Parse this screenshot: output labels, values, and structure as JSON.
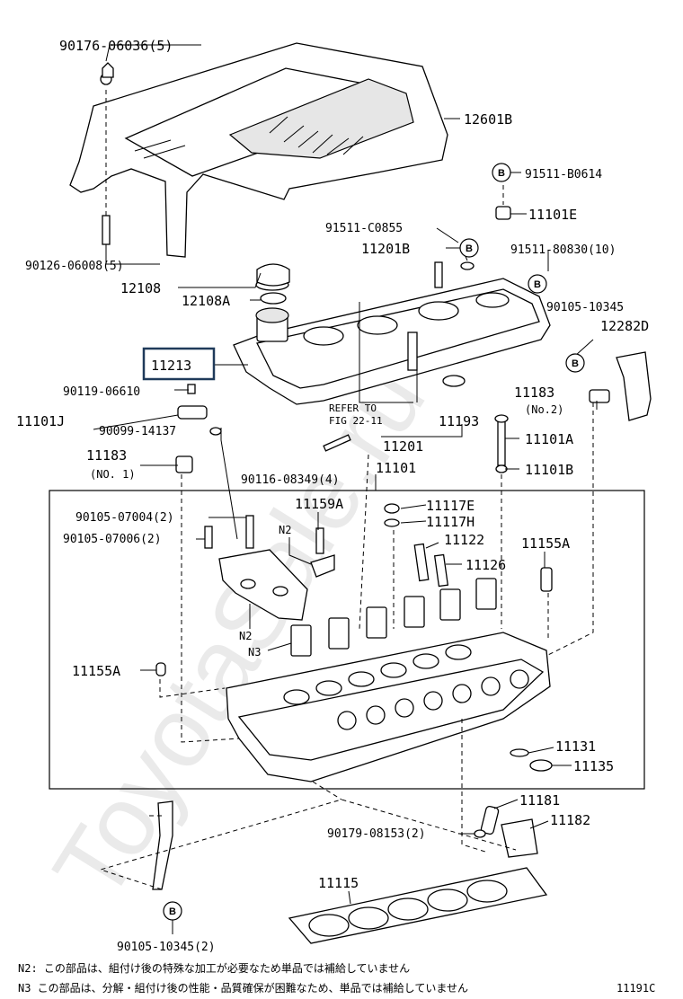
{
  "watermark": "ToyotaSale.ru",
  "labels": {
    "p90176": "90176-06036(5)",
    "p12601B": "12601B",
    "p91511B0614": "91511-B0614",
    "p11101E": "11101E",
    "p91511C0855": "91511-C0855",
    "p11201B": "11201B",
    "p9151180830": "91511-80830(10)",
    "p90126": "90126-06008(5)",
    "p12108": "12108",
    "p12108A": "12108A",
    "p9010510345a": "90105-10345",
    "p12282D": "12282D",
    "p11213": "11213",
    "p90119": "90119-06610",
    "refer1": "REFER TO",
    "refer2": "FIG 22-11",
    "p11183b": "11183",
    "p11183bnote": "(No.2)",
    "p11101J": "11101J",
    "p90099": "90099-14137",
    "p11193": "11193",
    "p11201": "11201",
    "p11101A": "11101A",
    "p11183a": "11183",
    "p11183anote": "(NO. 1)",
    "p90116": "90116-08349(4)",
    "p11101": "11101",
    "p11101B": "11101B",
    "p11159A": "11159A",
    "p11117E": "11117E",
    "p11117H": "11117H",
    "p9010507004": "90105-07004(2)",
    "p9010507006": "90105-07006(2)",
    "n2a": "N2",
    "p11122": "11122",
    "p11155Ab": "11155A",
    "p11126": "11126",
    "n2b": "N2",
    "n3": "N3",
    "p11155Aa": "11155A",
    "p11131": "11131",
    "p11135": "11135",
    "p11181": "11181",
    "p90179": "90179-08153(2)",
    "p11182": "11182",
    "p11115": "11115",
    "p9010510345b": "90105-10345(2)",
    "figno": "11191C"
  },
  "badge": "B",
  "notes": {
    "n2": "N2: この部品は、組付け後の特殊な加工が必要なため単品では補給していません",
    "n3": "N3 この部品は、分解・組付け後の性能・品質確保が困難なため、単品では補給していません"
  }
}
